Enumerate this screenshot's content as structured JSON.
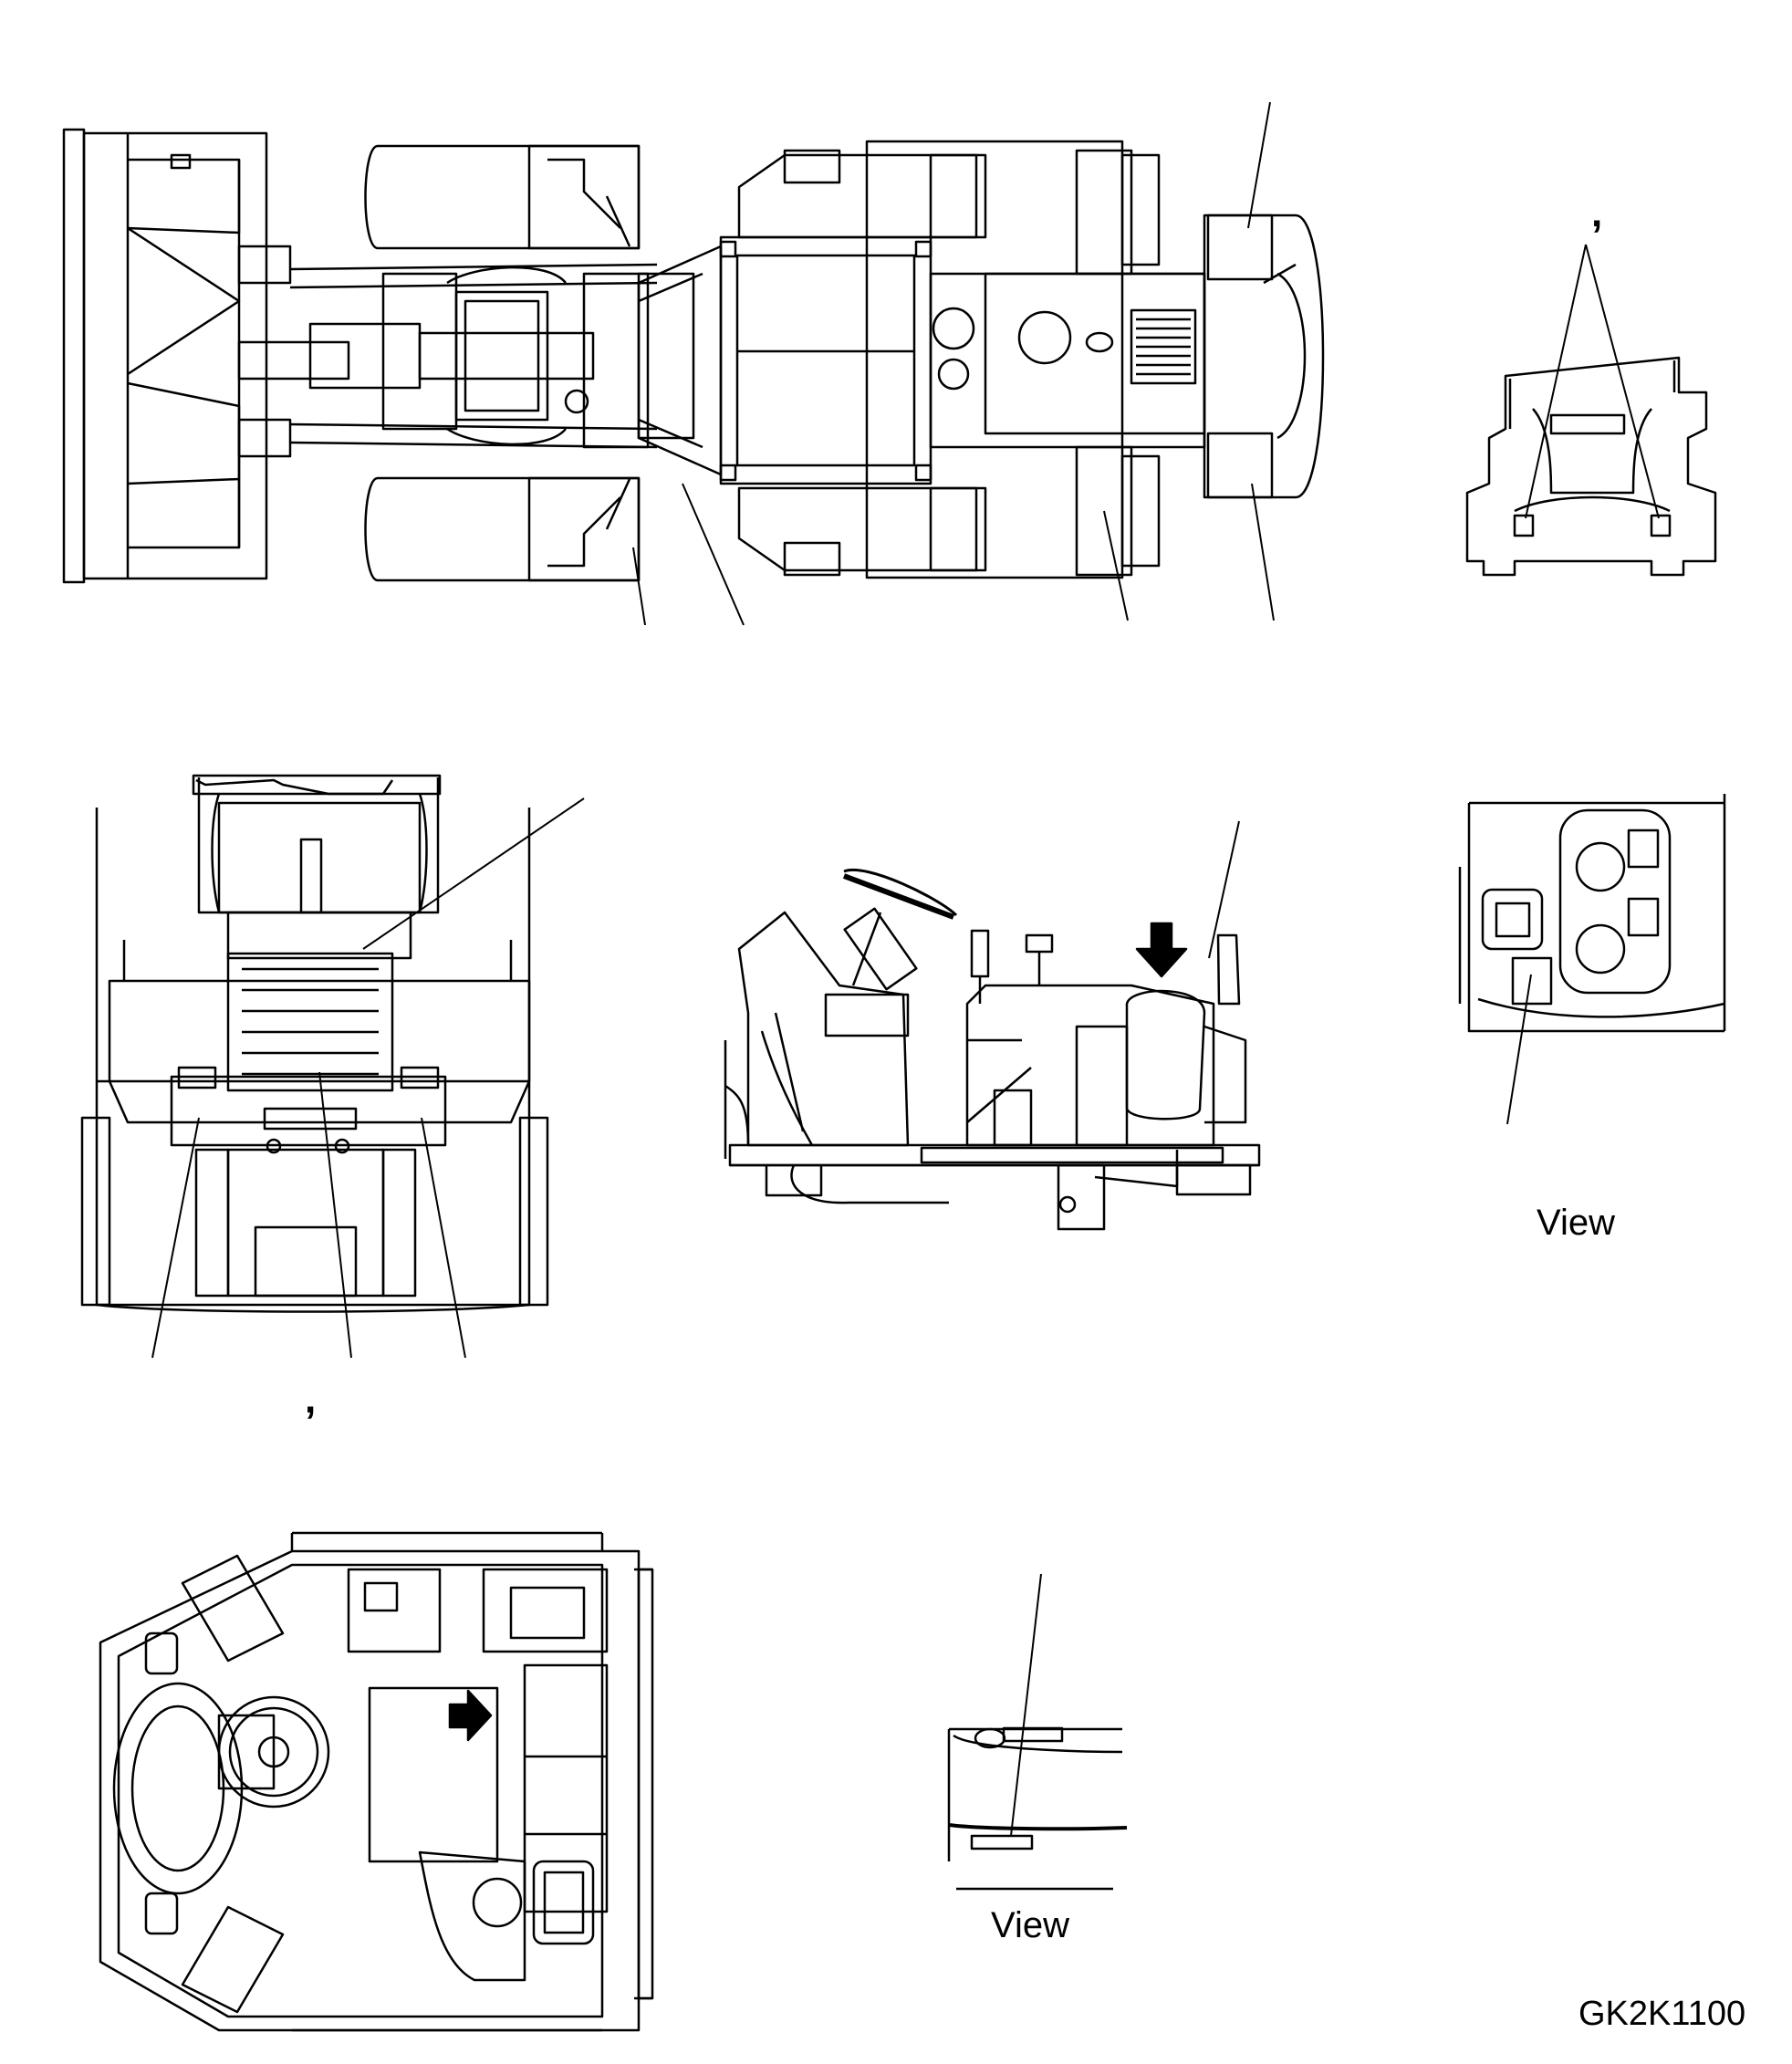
{
  "labels": {
    "view_upper": "View",
    "view_lower": "View",
    "drawing_code": "GK2K1100",
    "tick_upper": ",",
    "tick_lower": ","
  }
}
